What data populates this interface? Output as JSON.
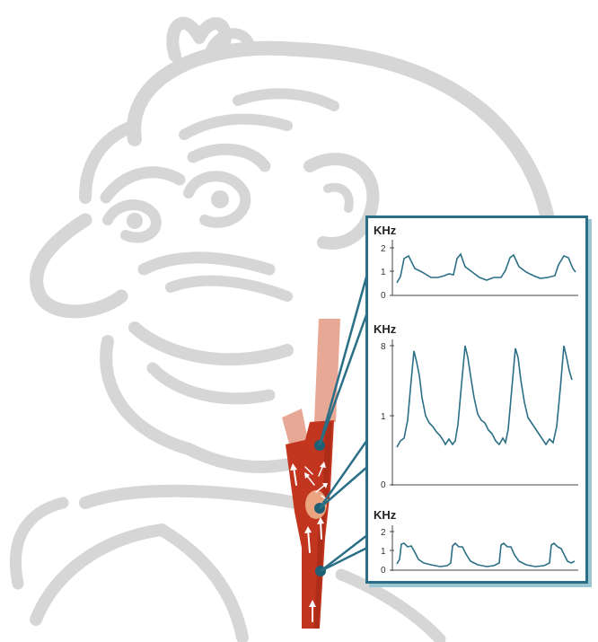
{
  "colors": {
    "background": "#ffffff",
    "sketch": "#d7d7d7",
    "sketch_fill": "#e9e9e9",
    "artery": "#c2351f",
    "artery_faded": "#e8a896",
    "panel_border": "#2b6f86",
    "panel_shadow": "#9bc6d3",
    "waveform": "#2b6f86",
    "callout_dot": "#1e5f74"
  },
  "icons": [
    "person-outline-illustration",
    "carotid-artery-illustration",
    "flow-arrow-icon",
    "turbulence-arrows-icon"
  ],
  "panels": [
    {
      "unit_label": "KHz",
      "tick_labels": [
        "2",
        "1",
        "0"
      ],
      "waveform": "normal-low-velocity"
    },
    {
      "unit_label": "KHz",
      "tick_labels": [
        "8",
        "1",
        "0"
      ],
      "waveform": "stenosis-high-velocity"
    },
    {
      "unit_label": "KHz",
      "tick_labels": [
        "2",
        "1",
        "0"
      ],
      "waveform": "normal-proximal"
    }
  ]
}
